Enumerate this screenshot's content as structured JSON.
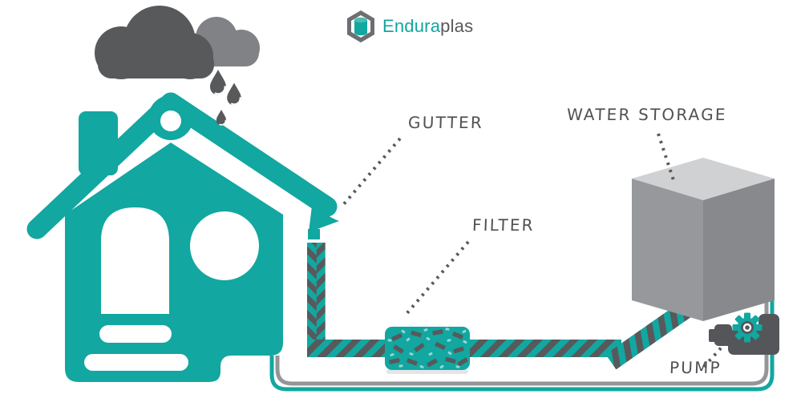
{
  "logo": {
    "brand_primary": "Endura",
    "brand_secondary": "plas"
  },
  "labels": {
    "gutter": "GUTTER",
    "filter": "FILTER",
    "water_storage": "WATER STORAGE",
    "pump": "PUMP"
  },
  "colors": {
    "teal": "#12a7a0",
    "dark_gray": "#58595b",
    "mid_gray": "#808285",
    "cube_top": "#cfd1d2",
    "cube_left": "#96989b",
    "cube_right": "#87898c",
    "pump_body": "#54565a",
    "pipe_gray": "#939598",
    "label_text": "#4f5254",
    "logo_icon_gray": "#6d6e71",
    "cylinder_teal_light": "#49bdb6"
  }
}
